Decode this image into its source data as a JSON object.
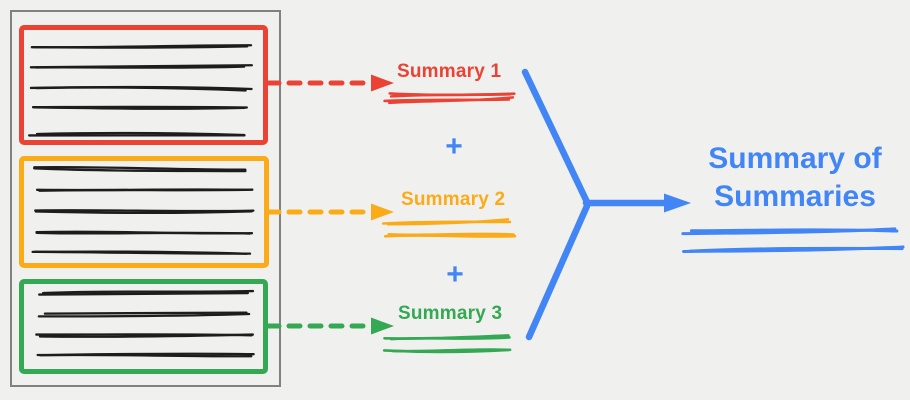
{
  "colors": {
    "background": "#f0f0ee",
    "doc-border": "#818181",
    "ink": "#1d1d1d",
    "red": "#ea4335",
    "orange": "#fbab18",
    "green": "#34a853",
    "blue": "#4285f4"
  },
  "document": {
    "sections": [
      {
        "name": "section-red",
        "color_key": "red",
        "text_line_count": 5
      },
      {
        "name": "section-orange",
        "color_key": "orange",
        "text_line_count": 5
      },
      {
        "name": "section-green",
        "color_key": "green",
        "text_line_count": 4
      }
    ]
  },
  "summaries": [
    {
      "label": "Summary 1",
      "color_key": "red"
    },
    {
      "label": "Summary 2",
      "color_key": "orange"
    },
    {
      "label": "Summary 3",
      "color_key": "green"
    }
  ],
  "plus_sign": "+",
  "result": {
    "line1": "Summary of",
    "line2": "Summaries",
    "color_key": "blue"
  }
}
